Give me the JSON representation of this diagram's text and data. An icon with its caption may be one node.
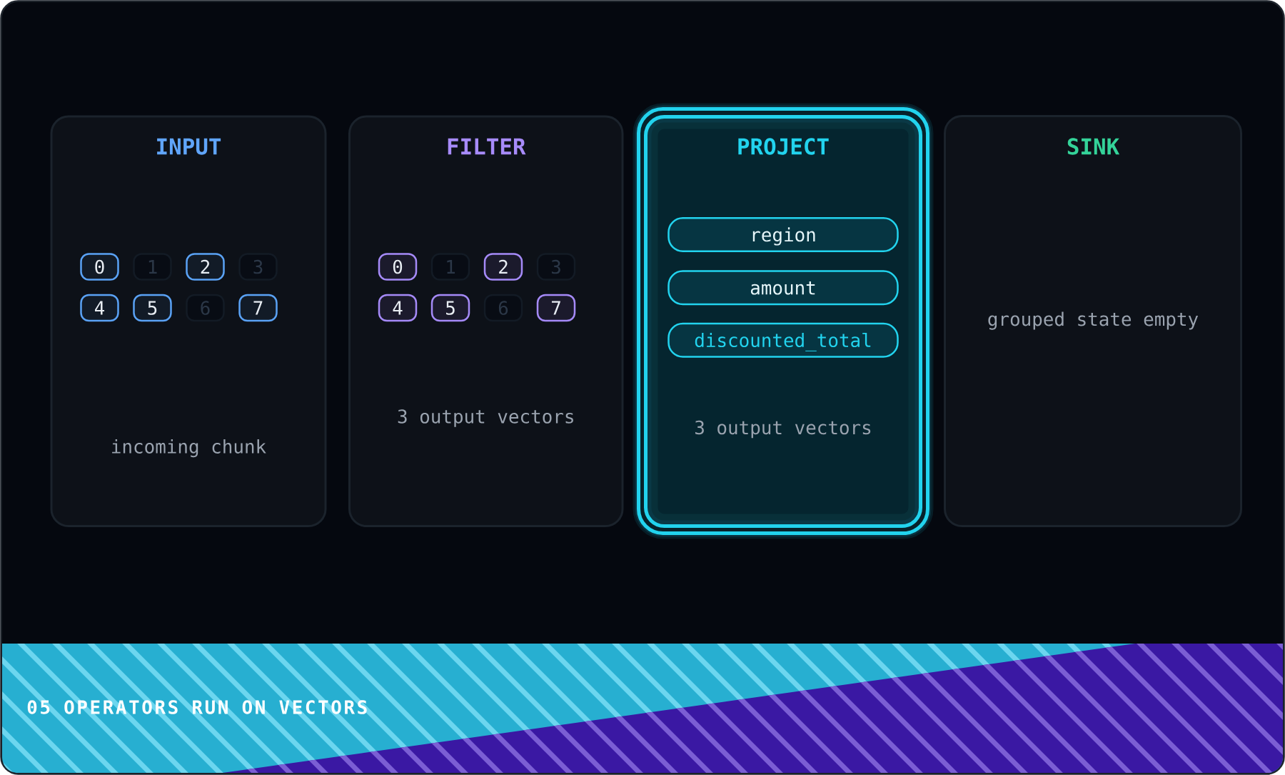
{
  "diagram": {
    "title": "05 OPERATORS RUN ON VECTORS",
    "nodes": [
      {
        "text": [
          "INPUT",
          "incoming chunk"
        ]
      },
      {
        "text": [
          "0"
        ],
        "in": 0
      },
      {
        "text": [
          "1"
        ],
        "in": 0
      },
      {
        "text": [
          "2"
        ],
        "in": 0
      },
      {
        "text": [
          "3"
        ],
        "in": 0
      },
      {
        "text": [
          "4"
        ],
        "in": 0
      },
      {
        "text": [
          "5"
        ],
        "in": 0
      },
      {
        "text": [
          "6"
        ],
        "in": 0
      },
      {
        "text": [
          "7"
        ],
        "in": 0
      },
      {
        "text": [
          "FILTER",
          "3 output vectors"
        ]
      },
      {
        "text": [
          "0"
        ],
        "in": 9
      },
      {
        "text": [
          "1"
        ],
        "in": 9
      },
      {
        "text": [
          "2"
        ],
        "in": 9
      },
      {
        "text": [
          "3"
        ],
        "in": 9
      },
      {
        "text": [
          "4"
        ],
        "in": 9
      },
      {
        "text": [
          "5"
        ],
        "in": 9
      },
      {
        "text": [
          "6"
        ],
        "in": 9
      },
      {
        "text": [
          "7"
        ],
        "in": 9
      },
      {
        "text": [
          "PROJECT",
          "3 output vectors"
        ]
      },
      {
        "text": [
          "region"
        ],
        "in": 18
      },
      {
        "text": [
          "amount"
        ],
        "in": 18
      },
      {
        "text": [
          "discounted_total"
        ],
        "in": 18
      },
      {
        "text": [
          "SINK",
          "grouped state empty"
        ]
      }
    ]
  }
}
